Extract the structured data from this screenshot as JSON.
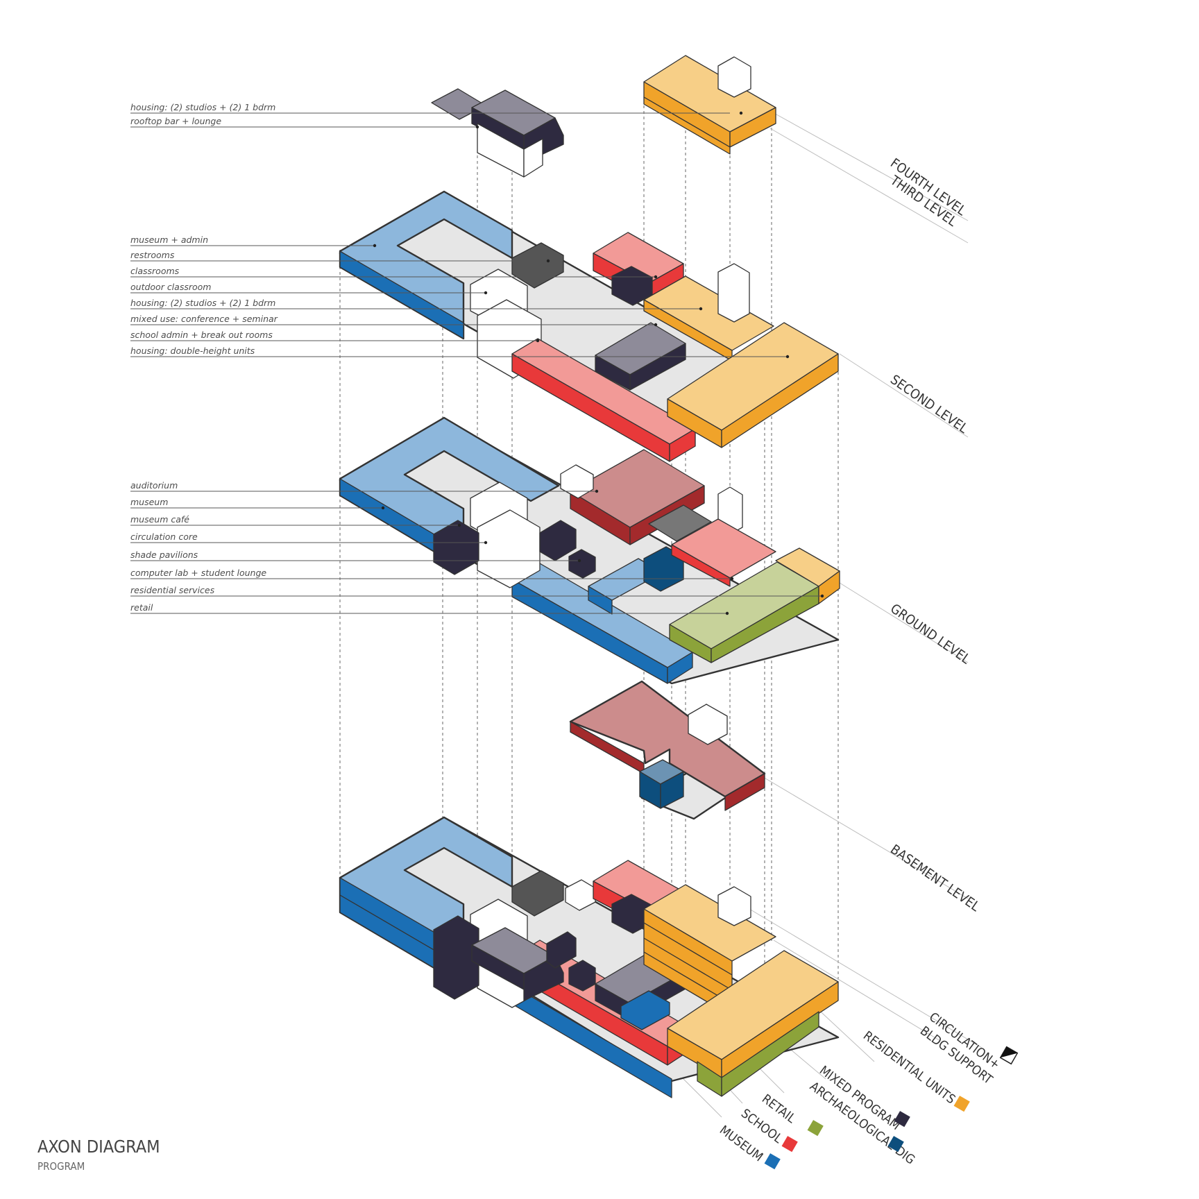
{
  "title": "AXON DIAGRAM",
  "subtitle": "PROGRAM",
  "levels": {
    "fourth": "FOURTH LEVEL",
    "third": "THIRD LEVEL",
    "second": "SECOND LEVEL",
    "ground": "GROUND LEVEL",
    "basement": "BASEMENT LEVEL"
  },
  "callouts": {
    "upper": [
      "housing: (2) studios + (2) 1 bdrm",
      "rooftop bar + lounge"
    ],
    "second": [
      "museum + admin",
      "restrooms",
      "classrooms",
      "outdoor classroom",
      "housing: (2) studios + (2) 1 bdrm",
      "mixed use: conference + seminar",
      "school admin + break out rooms",
      "housing: double-height units"
    ],
    "ground": [
      "auditorium",
      "museum",
      "museum café",
      "circulation core",
      "shade pavilions",
      "computer lab + student lounge",
      "residential services",
      "retail"
    ]
  },
  "legend": {
    "circulation_1": "CIRCULATION+",
    "circulation_2": "BLDG SUPPORT",
    "residential": "RESIDENTIAL UNITS",
    "mixed": "MIXED PROGRAM",
    "dig": "ARCHAEOLOGICAL DIG",
    "retail": "RETAIL",
    "school": "SCHOOL",
    "museum": "MUSEUM"
  },
  "colors": {
    "museum": "#1b6fb5",
    "museum_light": "#8db7dc",
    "school": "#e8393a",
    "school_light": "#f29a97",
    "retail": "#8ca33a",
    "retail_light": "#c7d29a",
    "residential": "#f0a32a",
    "residential_light": "#f7cf87",
    "mixed": "#2e2a40",
    "mixed_light": "#8e8b99",
    "dig": "#0d4e7d",
    "dig_light": "#6c93b3",
    "dig_red": "#a32a2c",
    "dig_red_light": "#cc8c8c",
    "support": "#ffffff",
    "grey_floor": "#e6e6e6"
  }
}
